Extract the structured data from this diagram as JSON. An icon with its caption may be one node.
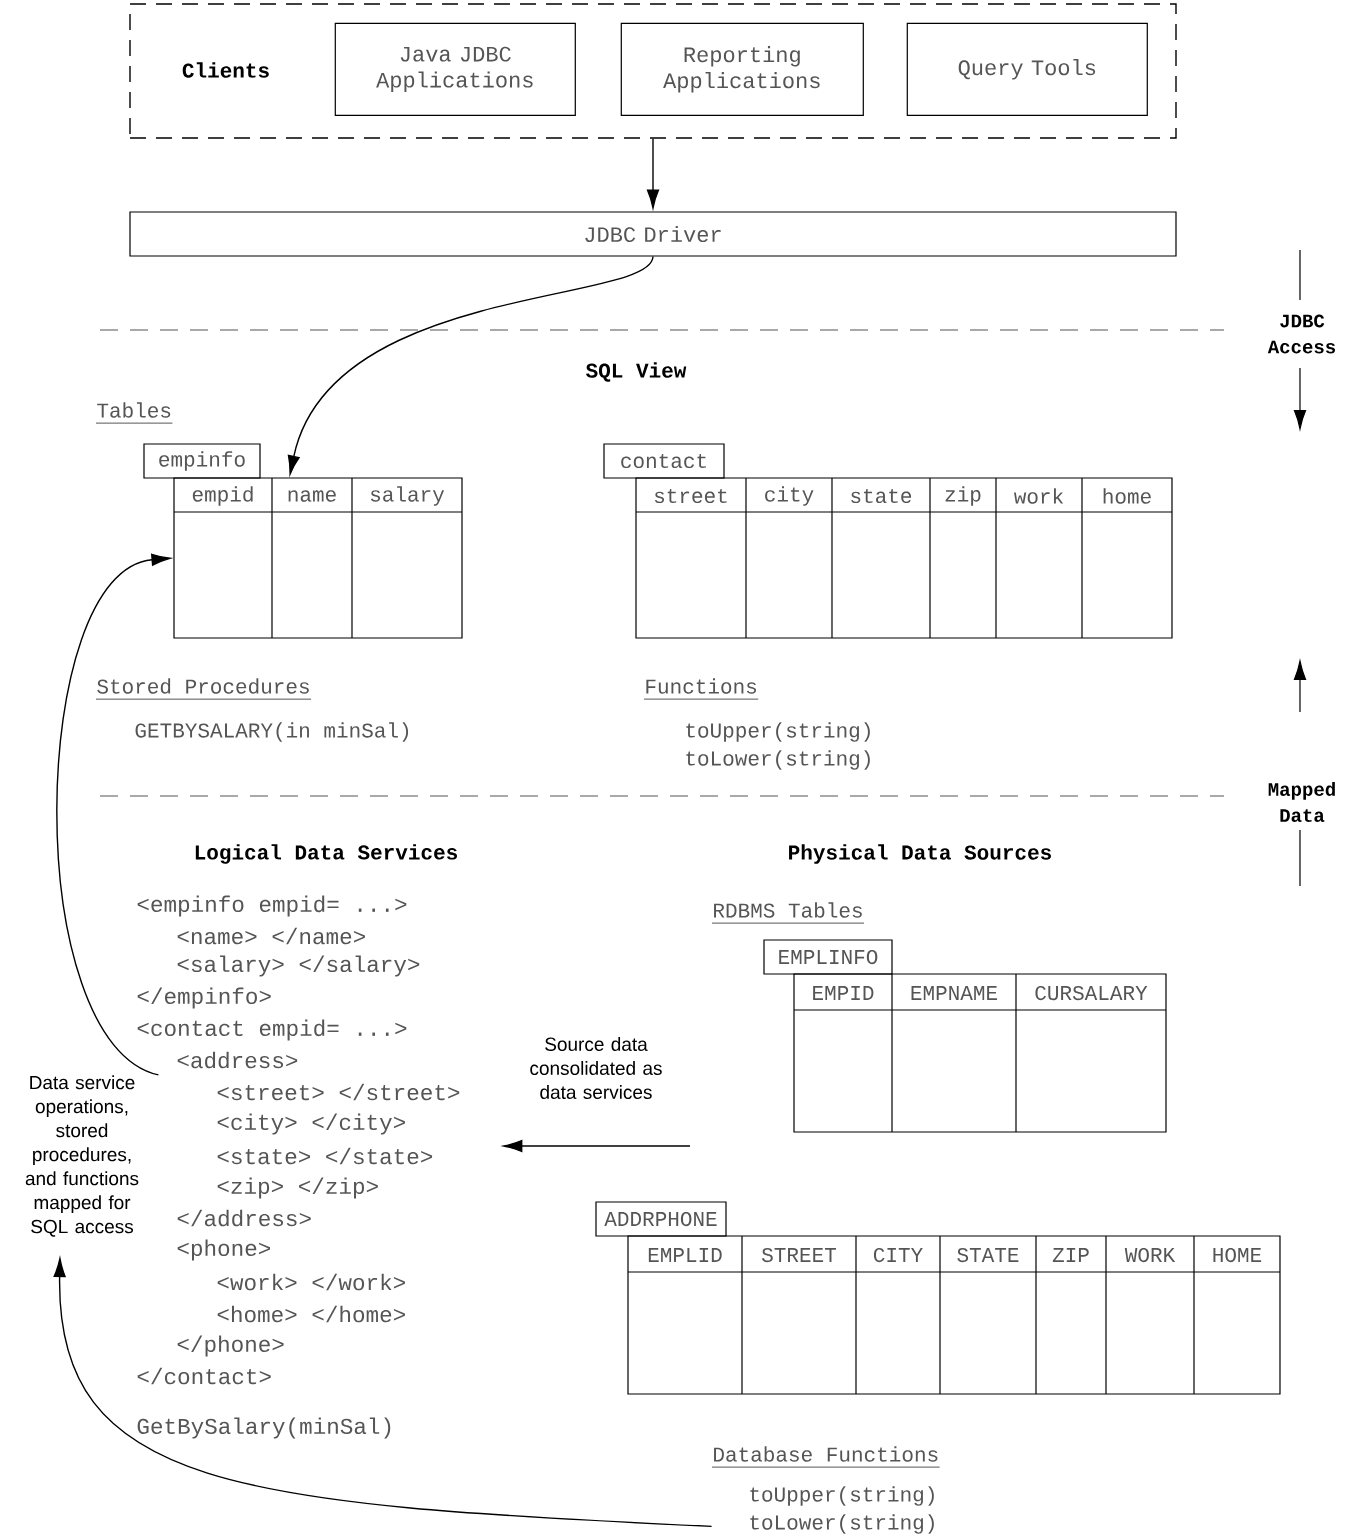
{
  "diagram": {
    "nodes": [
      {
        "text": [
          "Clients"
        ]
      },
      {
        "text": [
          "Java JDBC Applications"
        ],
        "in": 0
      },
      {
        "text": [
          "Reporting Applications"
        ],
        "in": 0
      },
      {
        "text": [
          "Query Tools"
        ],
        "in": 0
      },
      {
        "text": [
          "JDBC Driver"
        ]
      },
      {
        "text": [
          "empinfo",
          "empid",
          "name",
          "salary"
        ]
      },
      {
        "text": [
          "contact",
          "street",
          "city",
          "state",
          "zip",
          "work",
          "home"
        ]
      },
      {
        "text": [
          "Logical Data Services",
          "<empinfo empid= ...>",
          "<name> </name>",
          "<salary> </salary>",
          "</empinfo>",
          "<contact empid= ...>",
          "<address>",
          "<street> </street>",
          "<city> </city>",
          "<state> </state>",
          "<zip> </zip>",
          "</address>",
          "<phone>",
          "<work> </work>",
          "<home> </home>",
          "</phone>",
          "</contact>",
          "GetBySalary(minSal)"
        ]
      },
      {
        "text": [
          "Data service operations, stored procedures, and functions mapped for SQL access"
        ]
      },
      {
        "text": [
          "EMPLINFO",
          "EMPID",
          "EMPNAME",
          "CURSALARY"
        ]
      },
      {
        "text": [
          "ADDRPHONE",
          "EMPLID",
          "STREET",
          "CITY",
          "STATE",
          "ZIP",
          "WORK",
          "HOME"
        ]
      },
      {
        "text": [
          "Database Functions",
          "toUpper(string)",
          "toLower(string)"
        ]
      }
    ],
    "edges": [
      {
        "from": 0,
        "to": 4,
        "arrow": "to"
      },
      {
        "from": 4,
        "to": 5,
        "arrow": "to"
      },
      {
        "from": 8,
        "to": 5,
        "arrow": "to"
      },
      {
        "from": null,
        "to": 7,
        "arrow": "to",
        "label": "Source data consolidated as data services"
      },
      {
        "from": 11,
        "to": 8,
        "arrow": "to"
      }
    ],
    "labels": [
      "SQL View",
      "JDBC Access",
      "Tables",
      "Stored Procedures",
      "GETBYSALARY(in minSal)",
      "Functions",
      "toUpper(string)",
      "toLower(string)",
      "Mapped Data",
      "Physical Data Sources",
      "RDBMS Tables"
    ]
  }
}
